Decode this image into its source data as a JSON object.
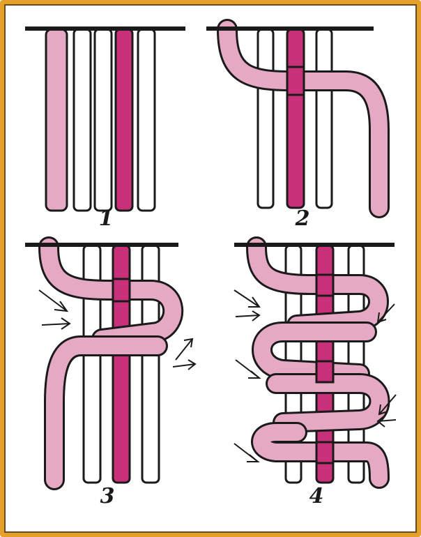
{
  "steps": [
    {
      "number": "1"
    },
    {
      "number": "2"
    },
    {
      "number": "3"
    },
    {
      "number": "4"
    }
  ],
  "colors": {
    "frame": "#e3a02a",
    "outline": "#1a1a1a",
    "light_cord": "#e6a9c4",
    "core_cord": "#c8317a",
    "white_cord": "#ffffff",
    "bar": "#1a1a1a"
  }
}
